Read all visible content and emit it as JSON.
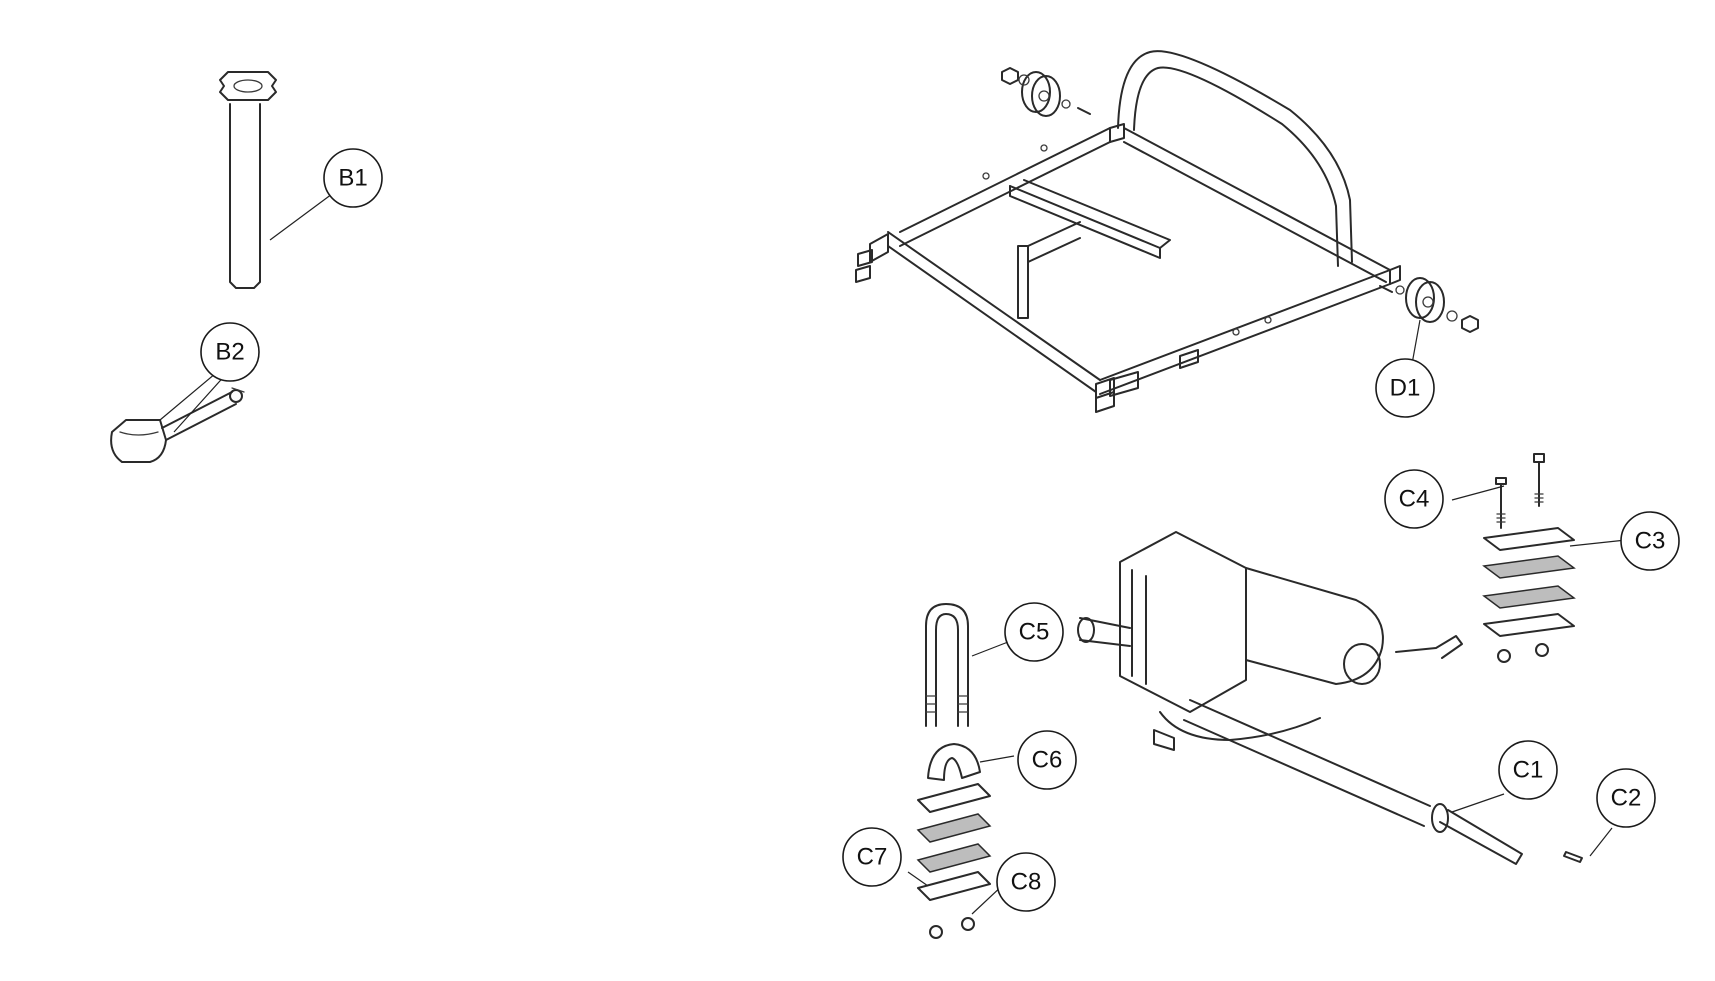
{
  "callouts": {
    "b1": "B1",
    "b2": "B2",
    "d1": "D1",
    "c1": "C1",
    "c2": "C2",
    "c3": "C3",
    "c4": "C4",
    "c5": "C5",
    "c6": "C6",
    "c7": "C7",
    "c8": "C8"
  },
  "colors": {
    "line": "#2a2a2a",
    "background": "#ffffff",
    "shading": "#bdbdbd"
  }
}
